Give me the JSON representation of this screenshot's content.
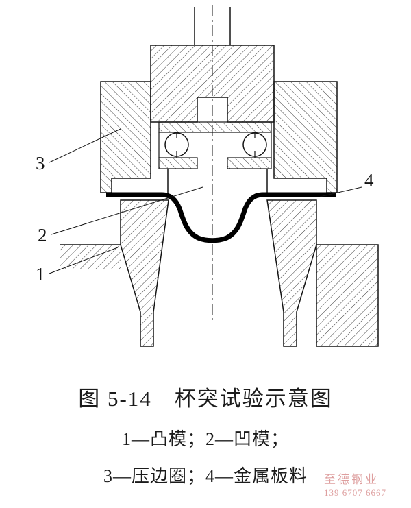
{
  "figure": {
    "caption": "图 5-14　杯突试验示意图",
    "legend_line1": "1—凸模；2—凹模；",
    "legend_line2": "3—压边圈；4—金属板料",
    "part_numbers": {
      "n1": "1",
      "n2": "2",
      "n3": "3",
      "n4": "4"
    },
    "parts": [
      {
        "number": "1",
        "name": "凸模"
      },
      {
        "number": "2",
        "name": "凹模"
      },
      {
        "number": "3",
        "name": "压边圈"
      },
      {
        "number": "4",
        "name": "金属板料"
      }
    ]
  },
  "watermark": {
    "company": "至德钢业",
    "phone": "139 6707 6667",
    "color": "#de9f9f"
  },
  "colors": {
    "outline": "#141414",
    "sheet": "#000000",
    "background": "#ffffff"
  }
}
